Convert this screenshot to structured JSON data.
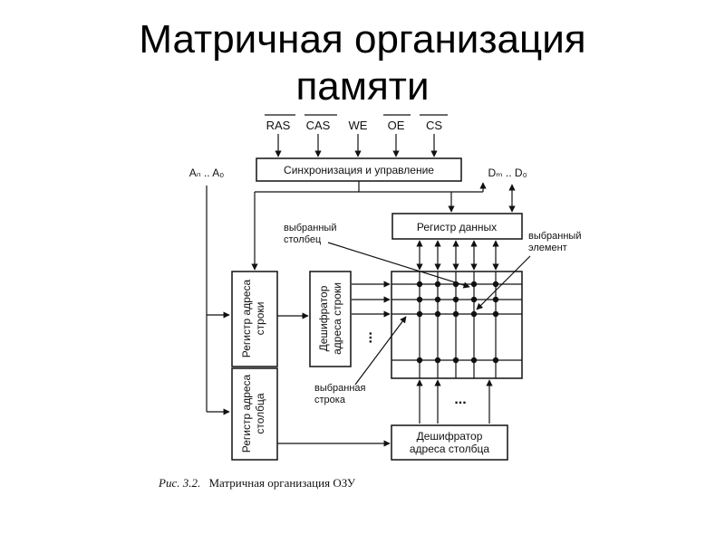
{
  "title": {
    "line1": "Матричная организация",
    "line2": "памяти"
  },
  "signals": [
    "RAS",
    "CAS",
    "WE",
    "OE",
    "CS"
  ],
  "blocks": {
    "sync": "Синхронизация и управление",
    "data_register": "Регистр данных",
    "row_register_line1": "Регистр адреса",
    "row_register_line2": "строки",
    "col_register_line1": "Регистр адреса",
    "col_register_line2": "столбца",
    "row_decoder_line1": "Дешифратор",
    "row_decoder_line2": "адреса строки",
    "col_decoder_line1": "Дешифратор",
    "col_decoder_line2": "адреса столбца"
  },
  "buses": {
    "address": "Aₙ .. A₀",
    "data": "Dₘ .. D₀"
  },
  "annotations": {
    "selected_column_line1": "выбранный",
    "selected_column_line2": "столбец",
    "selected_element_line1": "выбранный",
    "selected_element_line2": "элемент",
    "selected_row_line1": "выбранная",
    "selected_row_line2": "строка",
    "ellipsis": "..."
  },
  "caption": {
    "prefix": "Рис. 3.2.",
    "text": "Матричная организация ОЗУ"
  }
}
